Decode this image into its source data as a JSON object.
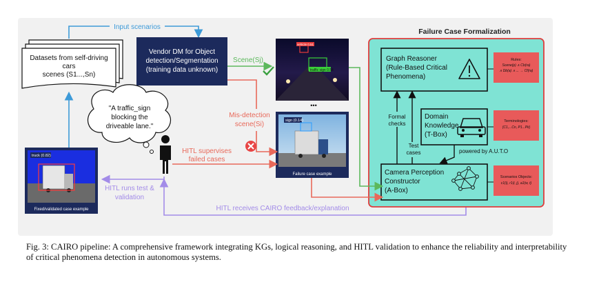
{
  "labels": {
    "input_scenarios": "Input scenarios",
    "datasets": [
      "Datasets from self-driving",
      "cars",
      "scenes (S1...,Sn)"
    ],
    "vendor": [
      "Vendor DM for Object",
      "detection/Segmentation",
      "(training data unknown)"
    ],
    "scene_sj": "Scene(Sj)",
    "misdetection": [
      "Mis-detection",
      "scene(Si)"
    ],
    "thought": [
      "\"A traffic_sign",
      "blocking the",
      "driveable lane.\""
    ],
    "hitl_supervises": [
      "HITL supervises",
      "failed cases"
    ],
    "hitl_runs": [
      "HITL runs test &",
      "validation"
    ],
    "hitl_receives": "HITL receives CAIRO feedback/explanation",
    "fixed_caption": "Fixed/validated case example",
    "fixed_tag": "truck (0.82)",
    "failure_caption": "Failure case example",
    "failure_tag": "sign (0.14)",
    "ellipsis": "•••",
    "failure_title": "Failure Case Formalization",
    "graph_reasoner": [
      "Graph Reasoner",
      "(Rule-Based Critical",
      "Phenomena)"
    ],
    "domain_knowledge": [
      "Domain",
      "Knowledge",
      "(T-Box)"
    ],
    "camera": [
      "Camera Perception",
      "Constructor",
      "(A-Box)"
    ],
    "formal_checks": [
      "Formal",
      "checks"
    ],
    "test_cases": [
      "Test",
      "cases"
    ],
    "powered_by": "powered by A.U.T.O",
    "rules": [
      "Rules:",
      "Scene(p) ∧ Cb(ra)",
      "∧ Db(a) ∧ ... → Cf(ra)"
    ],
    "terminologies": [
      "Terminologies:",
      "{C1,...Cn, P1...Pk}"
    ],
    "scenario_objects": [
      "Scenarios Objects:",
      "c1(i), r1(i, j), a1(w, t)"
    ],
    "det_label_a": "vehicle 0.51",
    "det_label_b": "traffic sign 0.54"
  },
  "caption": "Fig. 3: CAIRO pipeline: A comprehensive framework integrating KGs, logical reasoning, and HITL validation to enhance the reliability and interpretability of critical phenomena detection in autonomous systems.",
  "colors": {
    "panel": "#f1f1f1",
    "teal": "#7fe3d4",
    "red_border": "#e03b3b",
    "navy": "#1c2a5c",
    "blue_arrow": "#3d9ad8",
    "green_arrow": "#5cb85c",
    "red_arrow": "#e8695a",
    "purple_arrow": "#a38ce8",
    "note_red": "#e85a5a"
  }
}
